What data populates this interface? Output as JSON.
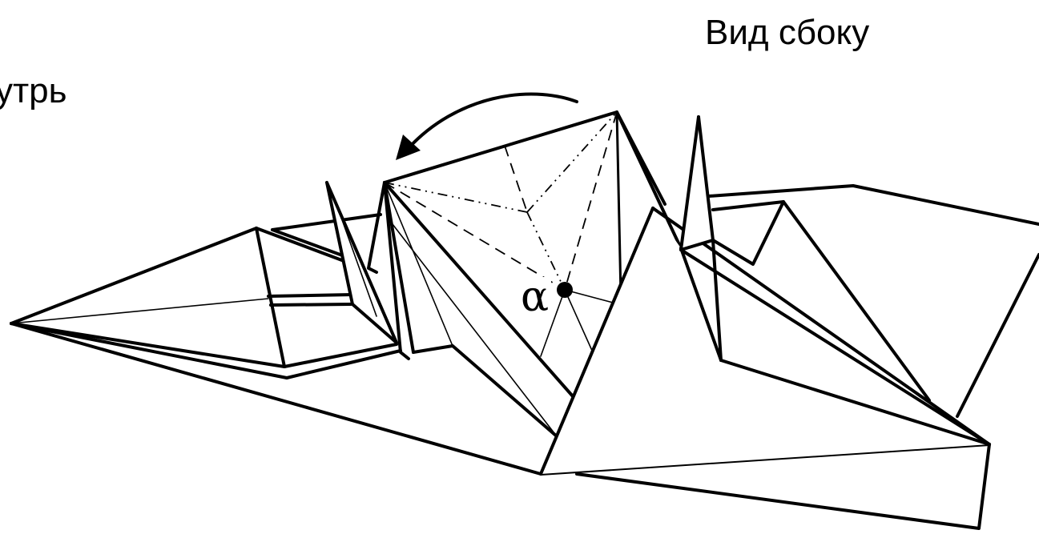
{
  "labels": {
    "side_view": "Вид сбоку",
    "partial_left": "утрь",
    "vertex_alpha": "α"
  },
  "colors": {
    "line": "#000000",
    "background": "#ffffff"
  }
}
